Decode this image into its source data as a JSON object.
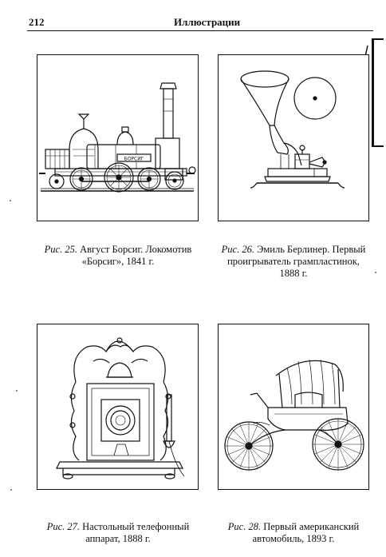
{
  "header": {
    "page_number": "212",
    "running_title": "Иллюстрации"
  },
  "figures": [
    {
      "label": "Рис. 25.",
      "line1": "Август Борсиг. Локомотив",
      "line2": "«Борсиг», 1841 г.",
      "line3": ""
    },
    {
      "label": "Рис. 26.",
      "line1": "Эмиль Берлинер. Первый",
      "line2": "проигрыватель грампластинок,",
      "line3": "1888 г."
    },
    {
      "label": "Рис. 27.",
      "line1": "Настольный телефонный",
      "line2": "аппарат, 1888 г.",
      "line3": ""
    },
    {
      "label": "Рис. 28.",
      "line1": "Первый американский",
      "line2": "автомобиль, 1893 г.",
      "line3": ""
    }
  ],
  "locomotive_plate": "БОРСИГ"
}
